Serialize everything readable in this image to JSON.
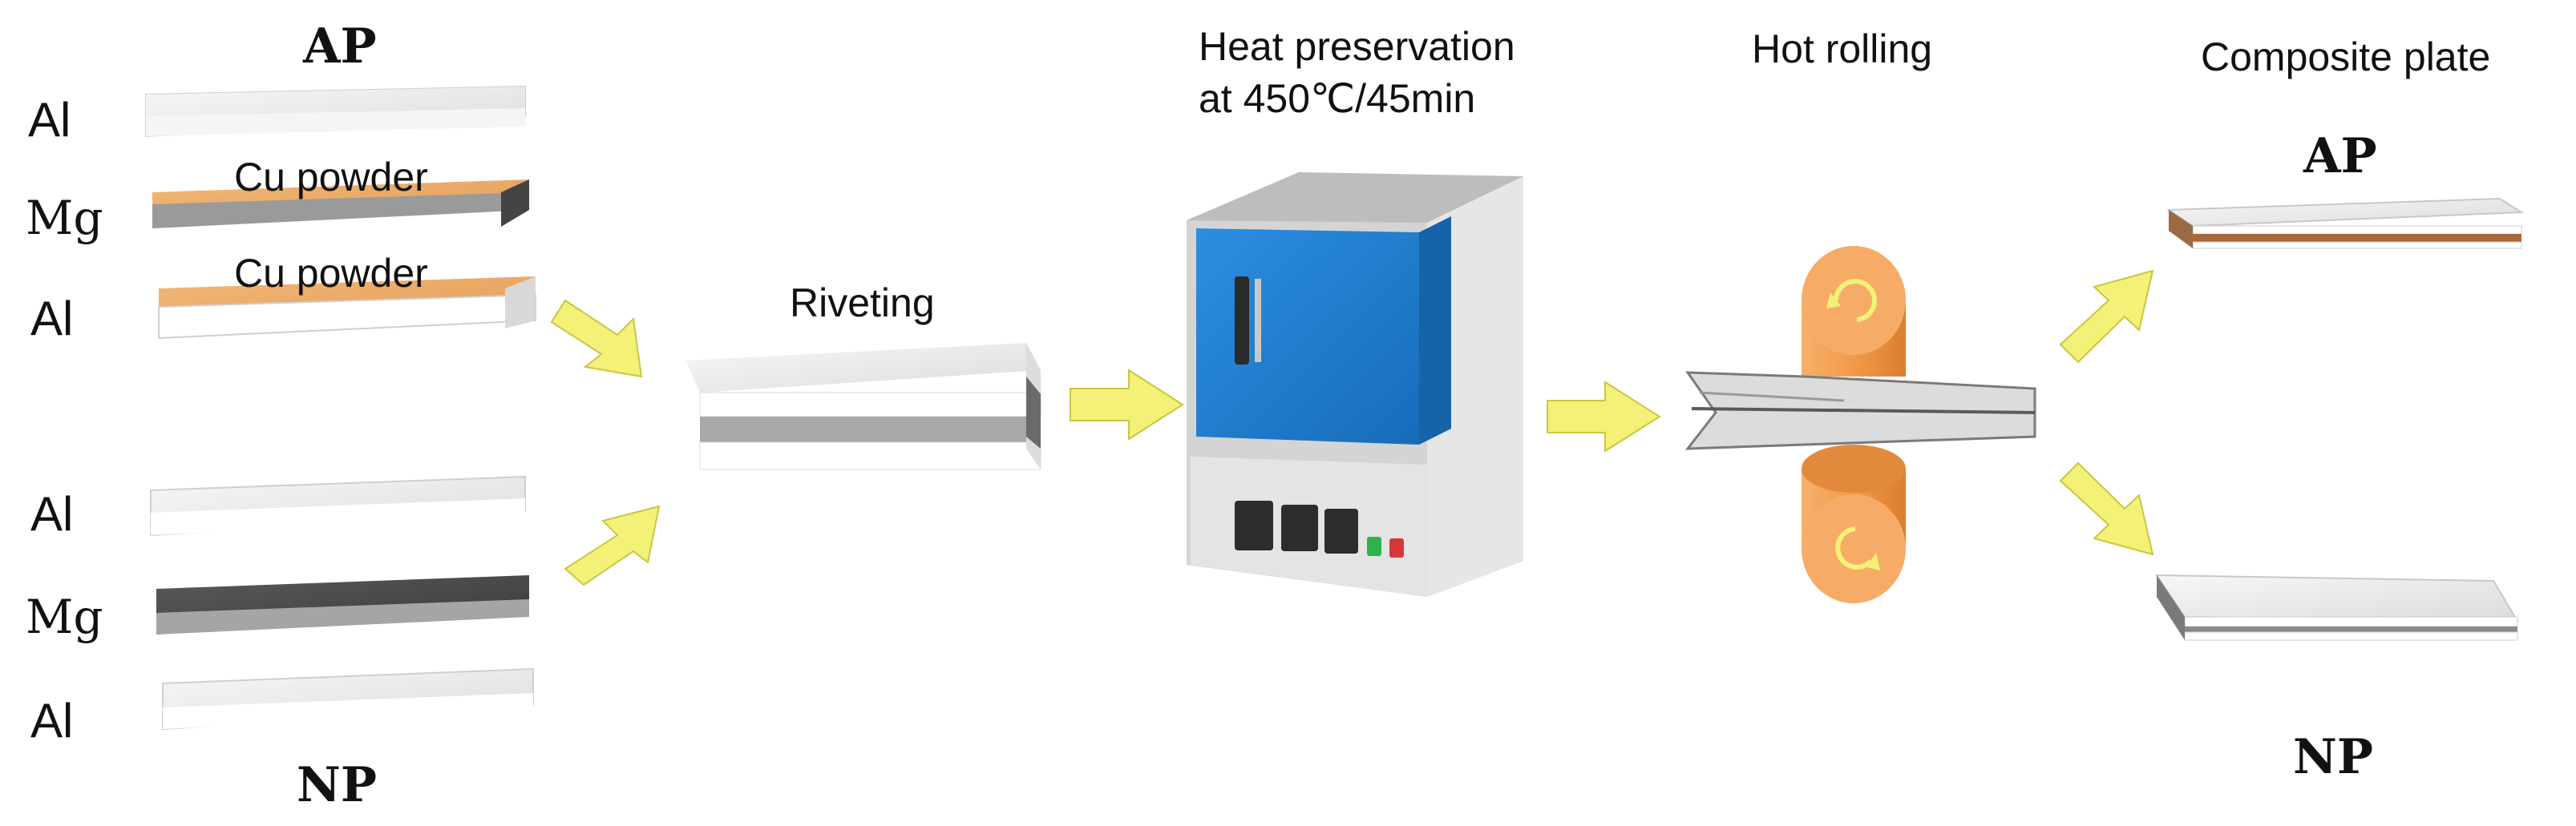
{
  "labels": {
    "ap_top": "AP",
    "np_bottom": "NP",
    "al": "Al",
    "mg": "Mg",
    "cu_powder": "Cu powder",
    "riveting": "Riveting",
    "heat_line1": "Heat preservation",
    "heat_line2": "at 450℃/45min",
    "hot_rolling": "Hot rolling",
    "composite_plate": "Composite plate",
    "ap_out": "AP",
    "np_out": "NP"
  },
  "colors": {
    "plate_top": "#e9e9e9",
    "plate_front": "#ffffff",
    "mg_top": "#4a4a4a",
    "mg_front": "#9a9a9a",
    "cu": "#e8a866",
    "arrow": "#f2f07a",
    "furnace_blue": "#1f7fd0",
    "furnace_body": "#d7d7d7",
    "roll": "#f39a4a",
    "cu_stripe": "#a8683a"
  },
  "icons": {
    "arrow": "arrow-icon",
    "furnace": "furnace-icon",
    "rolls": "roller-icon"
  }
}
